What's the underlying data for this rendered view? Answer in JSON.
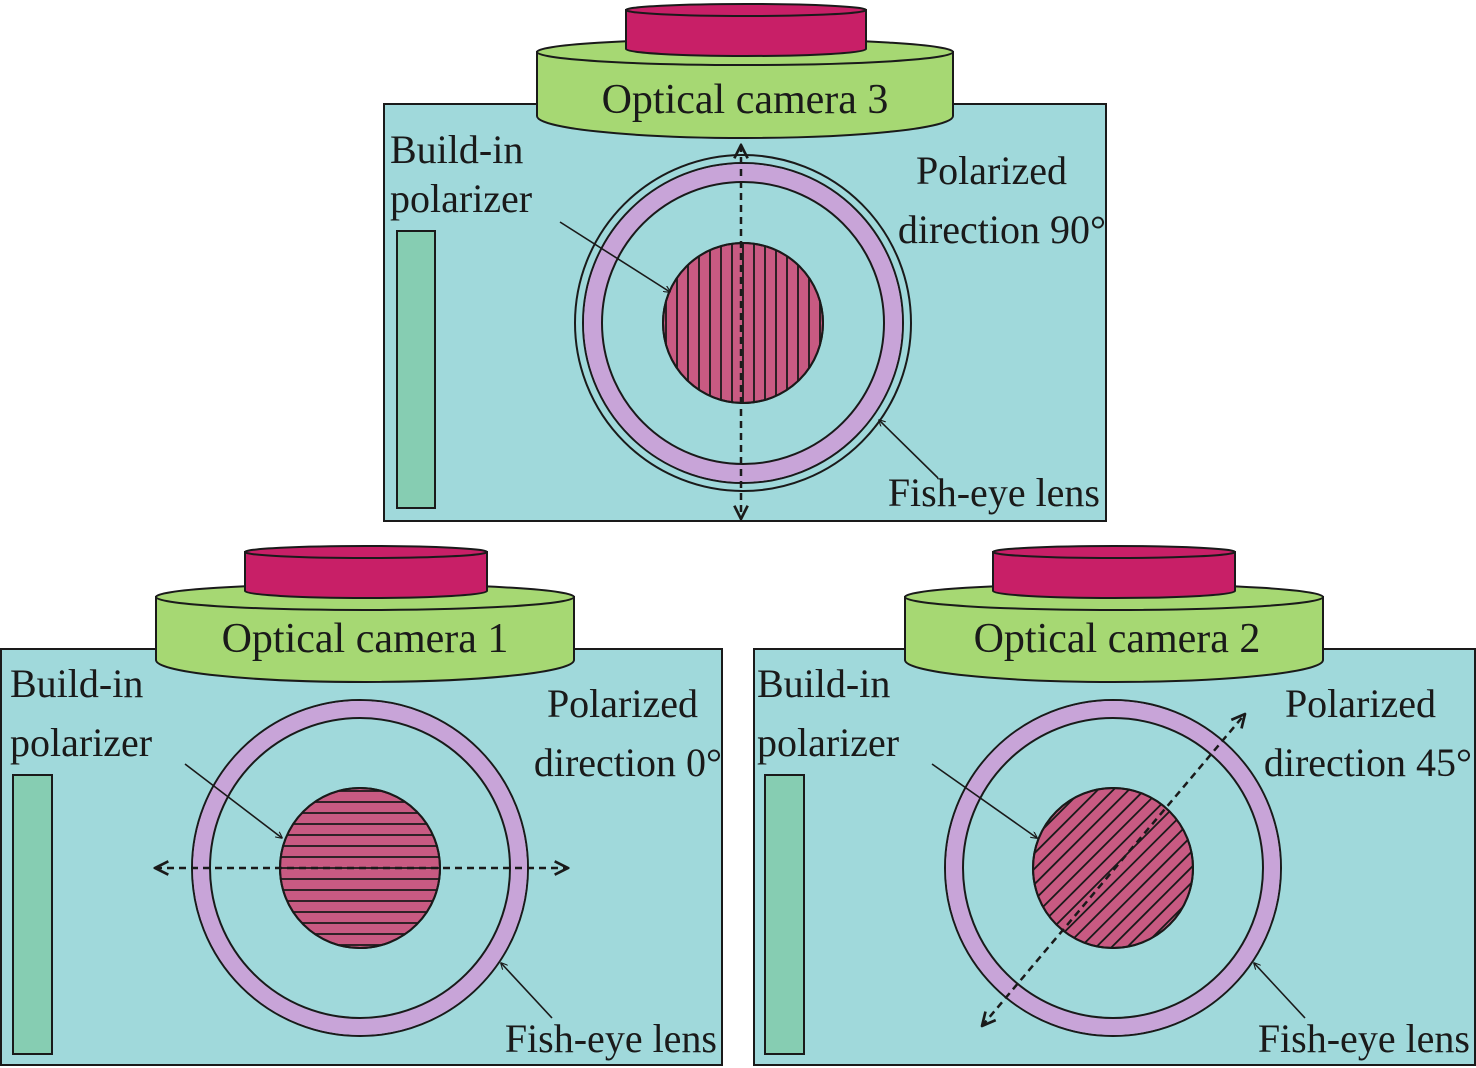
{
  "colors": {
    "body": "#a0d9db",
    "top_plate": "#a6d873",
    "cap": "#c81f67",
    "disk": "#c85a82",
    "ring": "#c8a4d8",
    "strip": "#86cdb2",
    "stroke": "#1a1a1a"
  },
  "cameras": [
    {
      "title": "Optical camera 3",
      "polarizer_label_line1": "Build-in",
      "polarizer_label_line2": "polarizer",
      "direction_label_line1": "Polarized",
      "direction_label_line2": "direction 90°",
      "lens_label": "Fish-eye lens",
      "polarization_angle": 90
    },
    {
      "title": "Optical camera 1",
      "polarizer_label_line1": "Build-in",
      "polarizer_label_line2": "polarizer",
      "direction_label_line1": "Polarized",
      "direction_label_line2": "direction 0°",
      "lens_label": "Fish-eye lens",
      "polarization_angle": 0
    },
    {
      "title": "Optical camera 2",
      "polarizer_label_line1": "Build-in",
      "polarizer_label_line2": "polarizer",
      "direction_label_line1": "Polarized",
      "direction_label_line2": "direction 45°",
      "lens_label": "Fish-eye lens",
      "polarization_angle": 45
    }
  ]
}
